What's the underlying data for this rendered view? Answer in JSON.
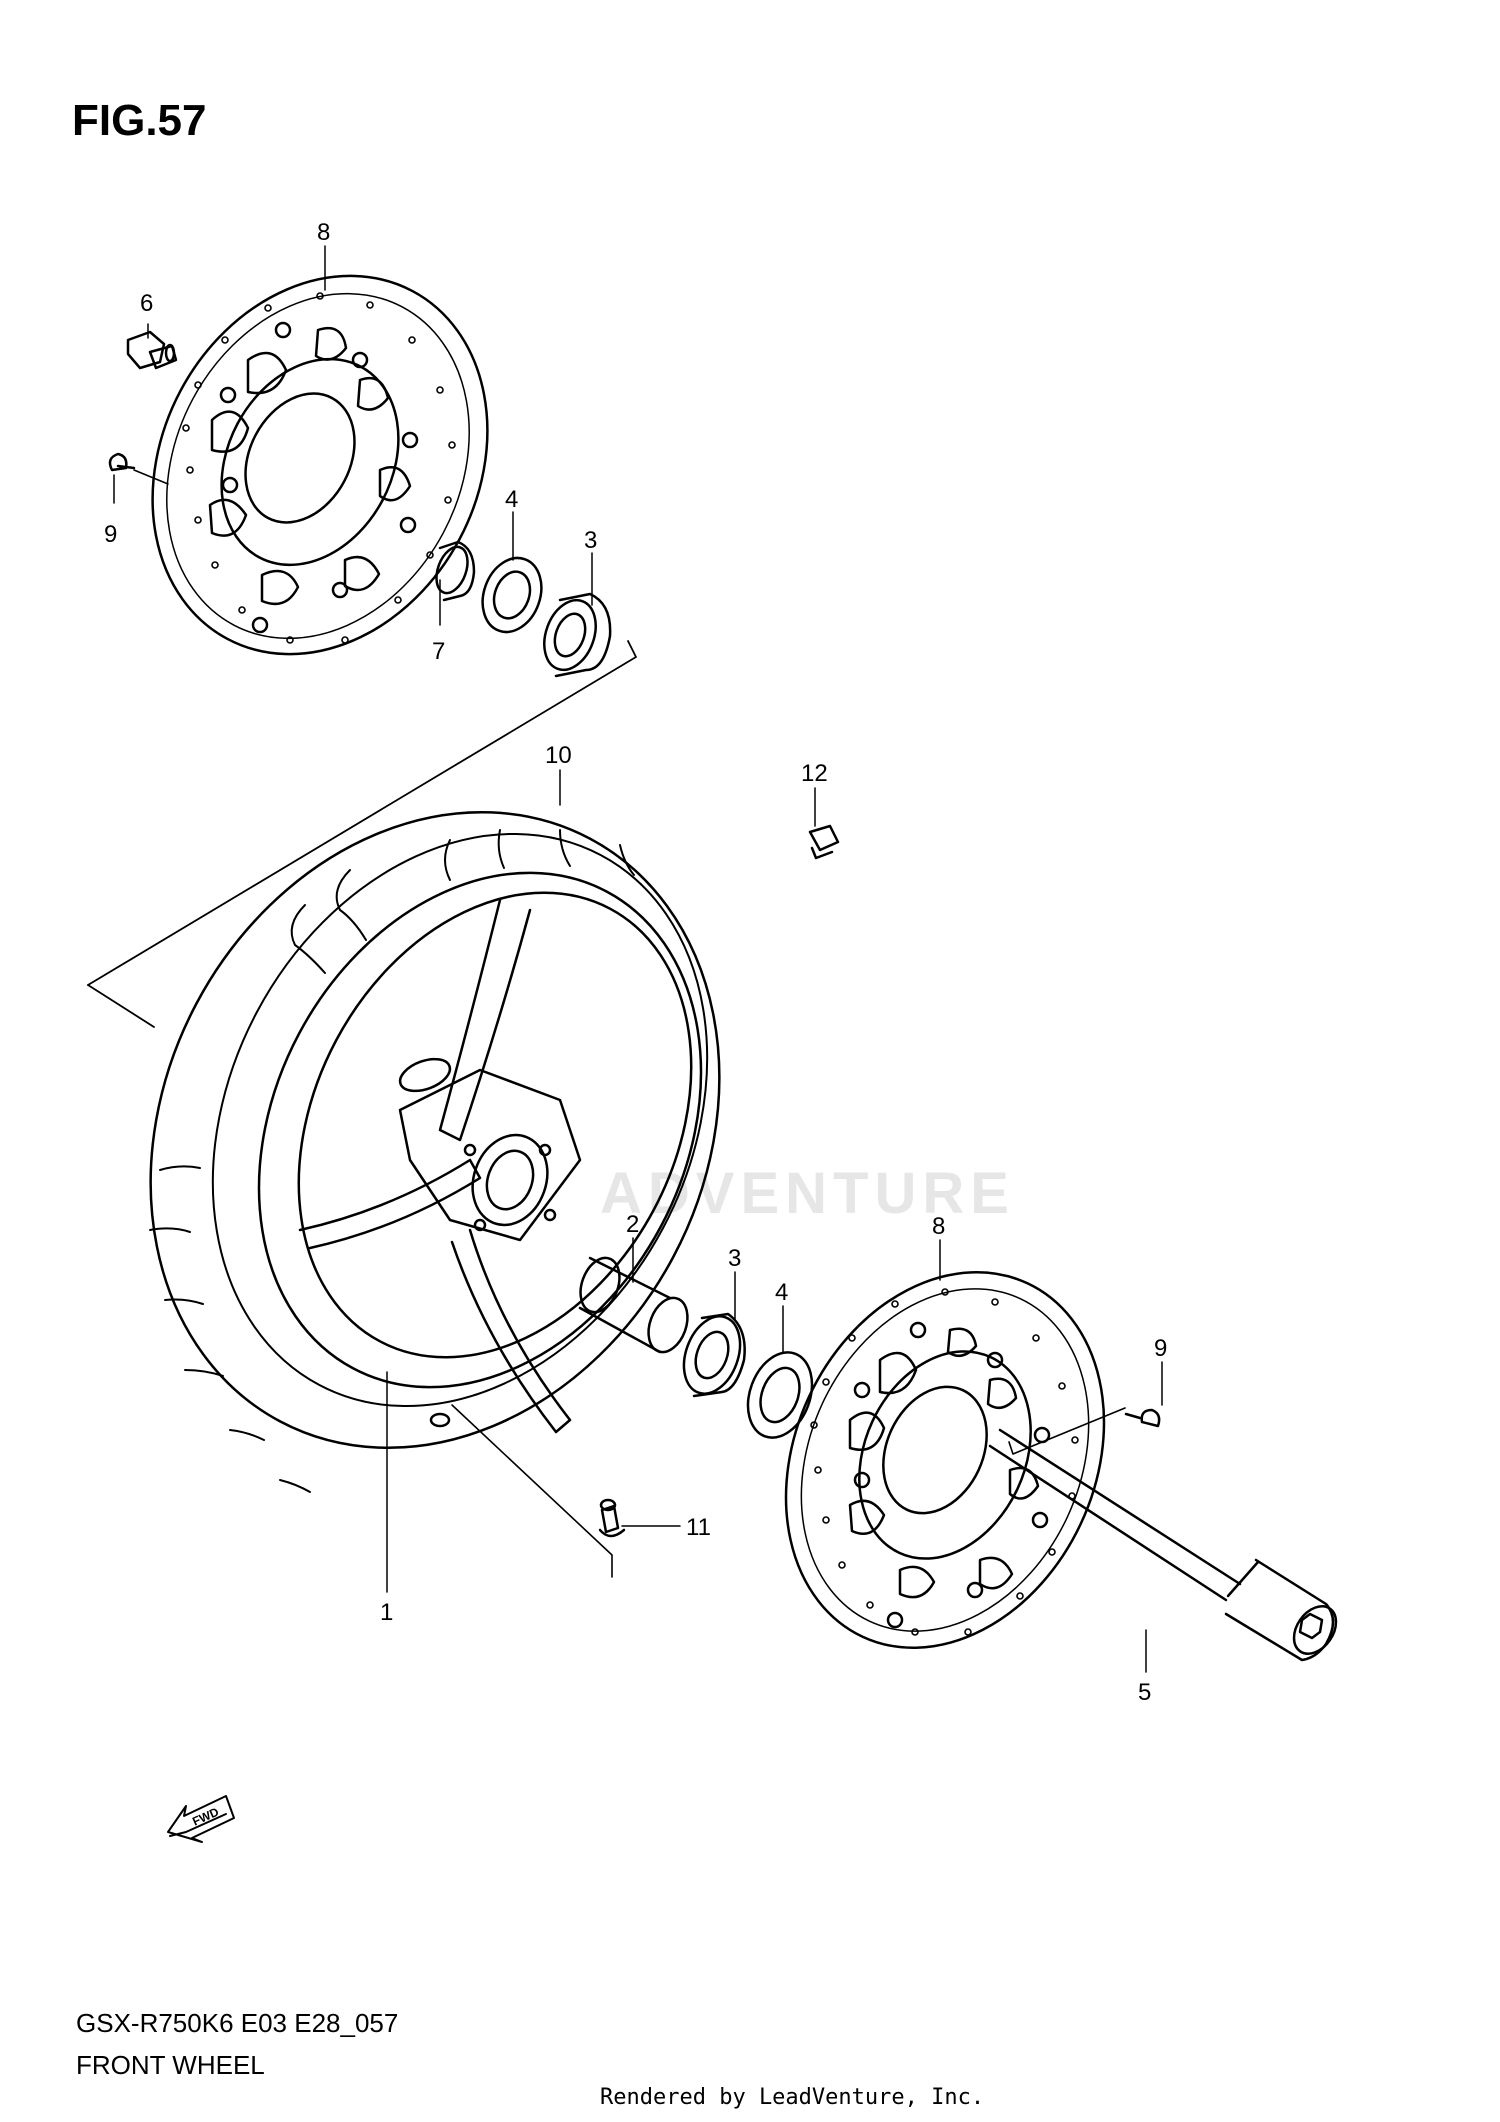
{
  "figure": {
    "title": "FIG.57"
  },
  "callouts": {
    "c1": "1",
    "c2": "2",
    "c3a": "3",
    "c3b": "3",
    "c4a": "4",
    "c4b": "4",
    "c5": "5",
    "c6": "6",
    "c7": "7",
    "c8a": "8",
    "c8b": "8",
    "c9a": "9",
    "c9b": "9",
    "c10": "10",
    "c11": "11",
    "c12": "12"
  },
  "direction_arrow": {
    "label": "FWD",
    "icon": "fwd-arrow-icon"
  },
  "watermark": "ADVENTURE",
  "footer": {
    "model_code": "GSX-R750K6 E03 E28_057",
    "caption": "FRONT WHEEL",
    "rendered_by": "Rendered by LeadVenture, Inc."
  }
}
